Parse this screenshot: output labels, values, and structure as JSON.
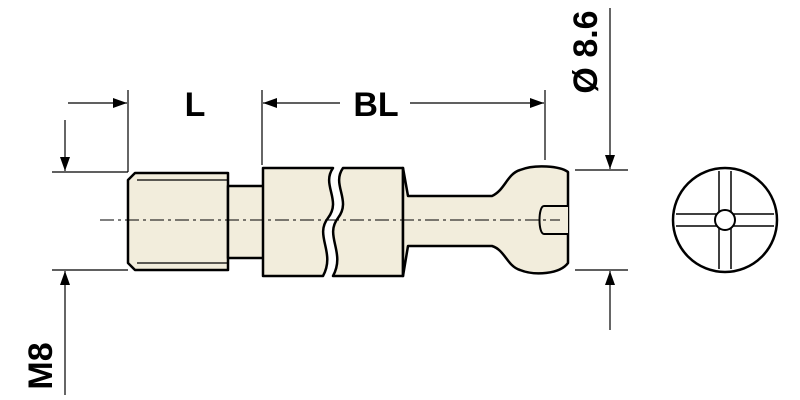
{
  "dimensions": {
    "length_label": "L",
    "body_length_label": "BL",
    "thread_label": "M8",
    "head_diameter_label": "Ø 8.6"
  },
  "colors": {
    "ink": "#000000",
    "fill": "#f2eddc",
    "background": "#ffffff"
  }
}
